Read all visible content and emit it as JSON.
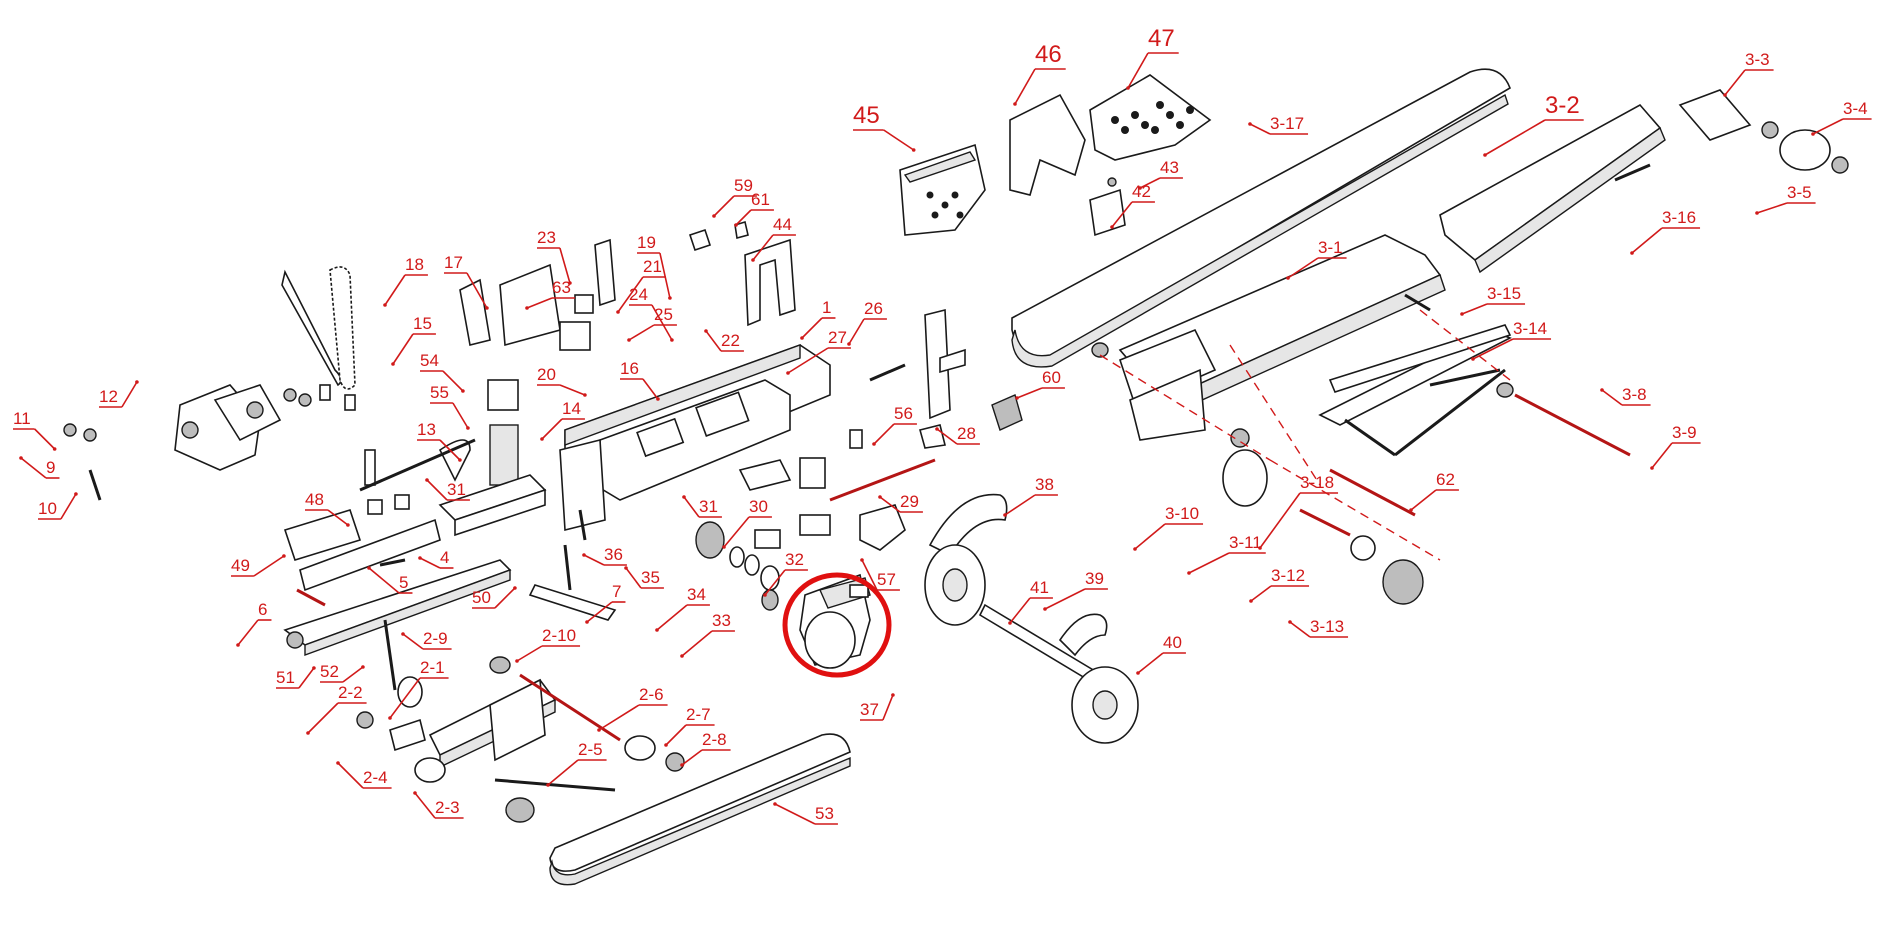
{
  "diagram": {
    "labels": [
      "1",
      "2-1",
      "2-2",
      "2-3",
      "2-4",
      "2-5",
      "2-6",
      "2-7",
      "2-8",
      "2-9",
      "2-10",
      "3-1",
      "3-2",
      "3-3",
      "3-4",
      "3-5",
      "3-8",
      "3-9",
      "3-10",
      "3-11",
      "3-12",
      "3-13",
      "3-14",
      "3-15",
      "3-16",
      "3-17",
      "3-18",
      "4",
      "5",
      "6",
      "7",
      "9",
      "10",
      "11",
      "12",
      "13",
      "14",
      "15",
      "16",
      "17",
      "18",
      "19",
      "20",
      "21",
      "22",
      "23",
      "24",
      "25",
      "26",
      "27",
      "28",
      "29",
      "30",
      "31",
      "31",
      "32",
      "33",
      "34",
      "35",
      "36",
      "37",
      "38",
      "39",
      "40",
      "41",
      "42",
      "43",
      "44",
      "45",
      "46",
      "47",
      "48",
      "49",
      "50",
      "51",
      "52",
      "53",
      "54",
      "55",
      "56",
      "57",
      "59",
      "60",
      "61",
      "62",
      "63"
    ],
    "highlighted_part": "37",
    "colors": {
      "label": "#d11a1a",
      "outline": "#1a1a1a",
      "highlight": "#e01010"
    }
  }
}
